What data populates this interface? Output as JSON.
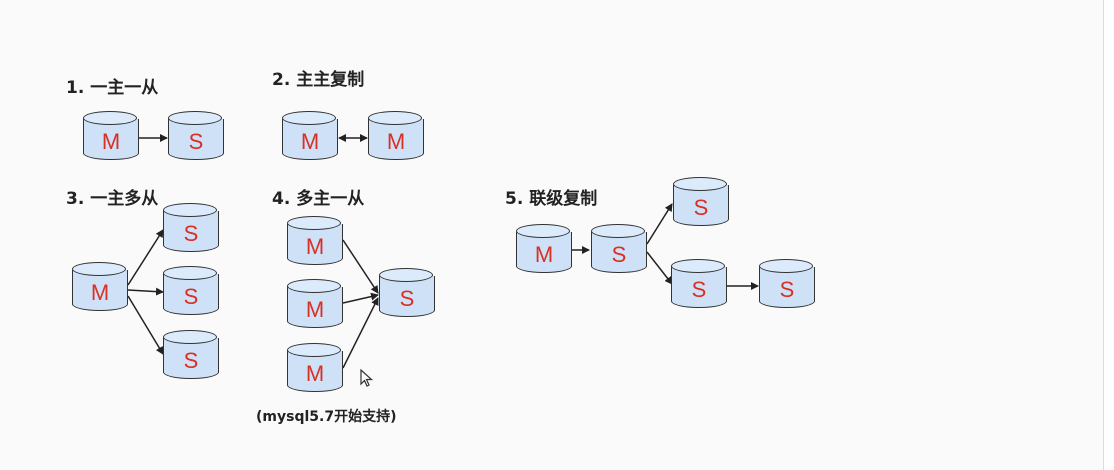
{
  "titles": {
    "t1": "1. 一主一从",
    "t2": "2. 主主复制",
    "t3": "3. 一主多从",
    "t4": "4. 多主一从",
    "t5": "5. 联级复制"
  },
  "note": "(mysql5.7开始支持)",
  "labels": {
    "master": "M",
    "slave": "S"
  },
  "colors": {
    "db_fill": "#cfe1f7",
    "label": "#d93025",
    "stroke": "#333333"
  }
}
